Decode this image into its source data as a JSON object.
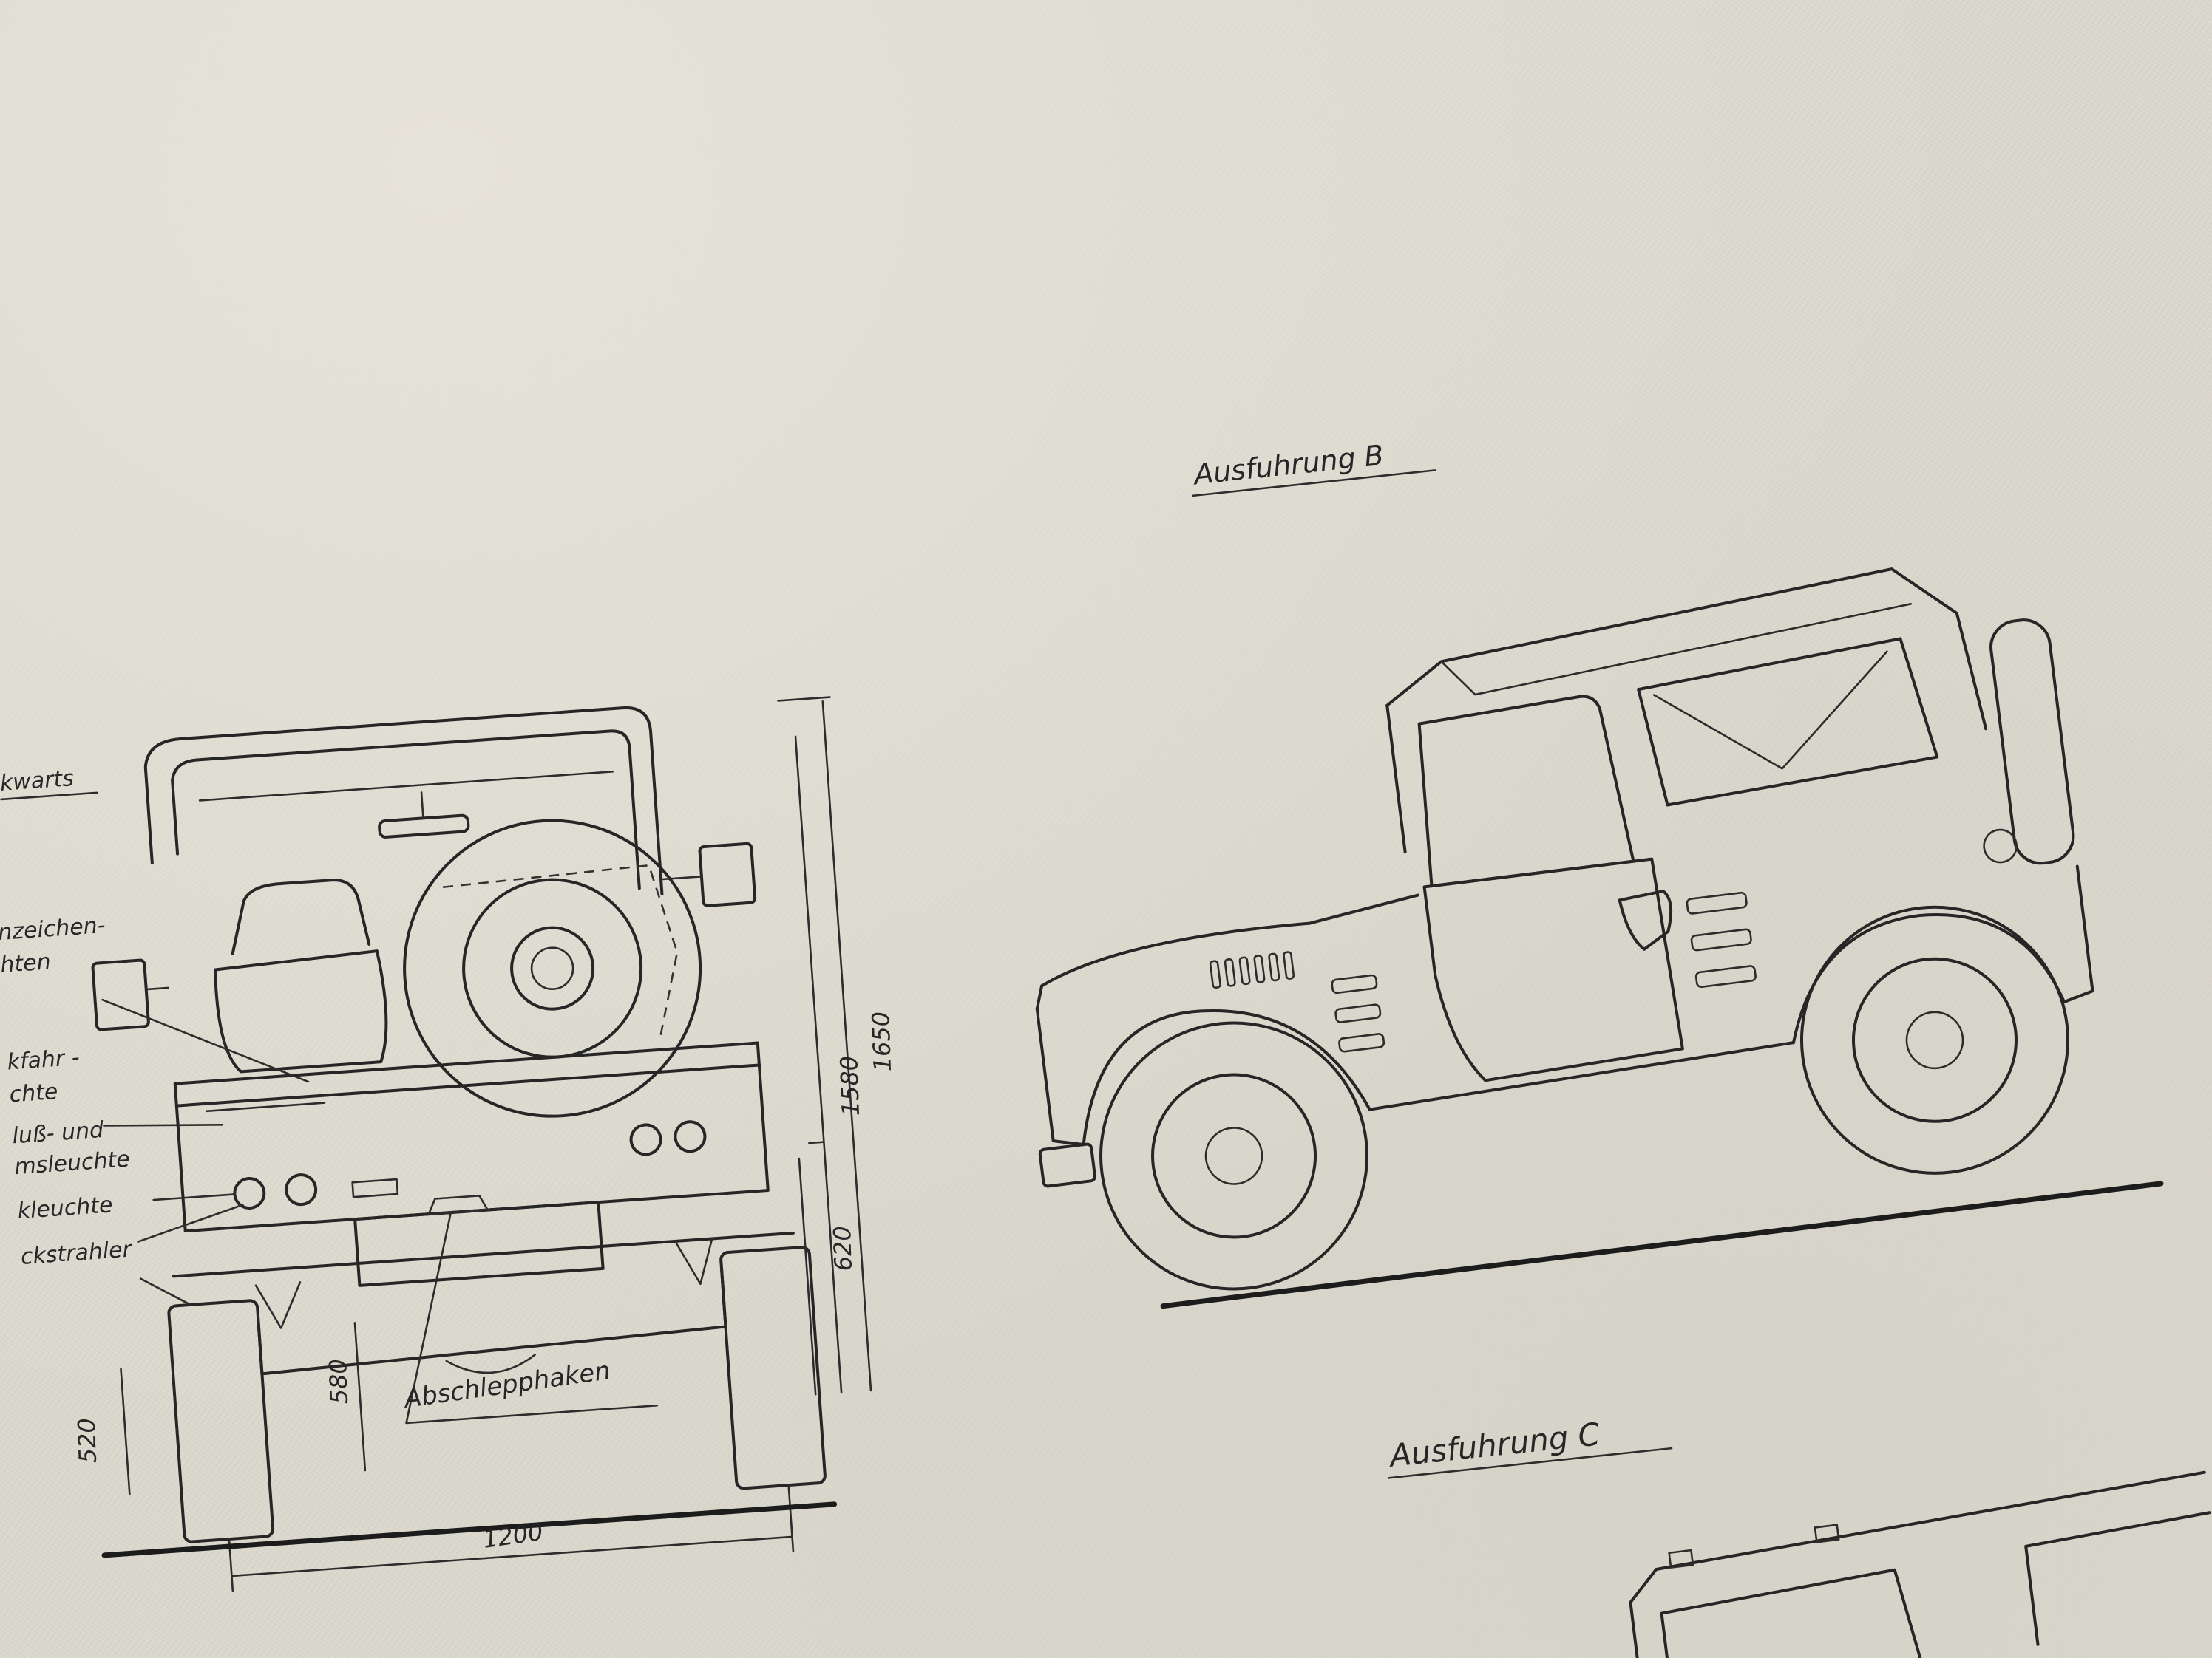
{
  "view_headings": {
    "variant_b": "Ausfuhrung B",
    "variant_c": "Ausfuhrung C",
    "rear_view_partial": "kwarts"
  },
  "rear_view_labels": {
    "plate_light_line1": "nzeichen-",
    "plate_light_line2": "hten",
    "reverse_light_line1": "kfahr -",
    "reverse_light_line2": "chte",
    "tail_light_line1": "luß- und",
    "tail_light_line2": "msleuchte",
    "rear_lamp": "kleuchte",
    "reflector": "ckstrahler",
    "tow_hook": "Abschlepphaken"
  },
  "dimensions": {
    "track_width": "1200",
    "height_body": "1580",
    "height_total": "1650",
    "bumper_height": "620",
    "hook_height": "580",
    "ground_clearance": "520"
  },
  "colors": {
    "paper": "#dcd9ce",
    "ink": "#262626"
  }
}
